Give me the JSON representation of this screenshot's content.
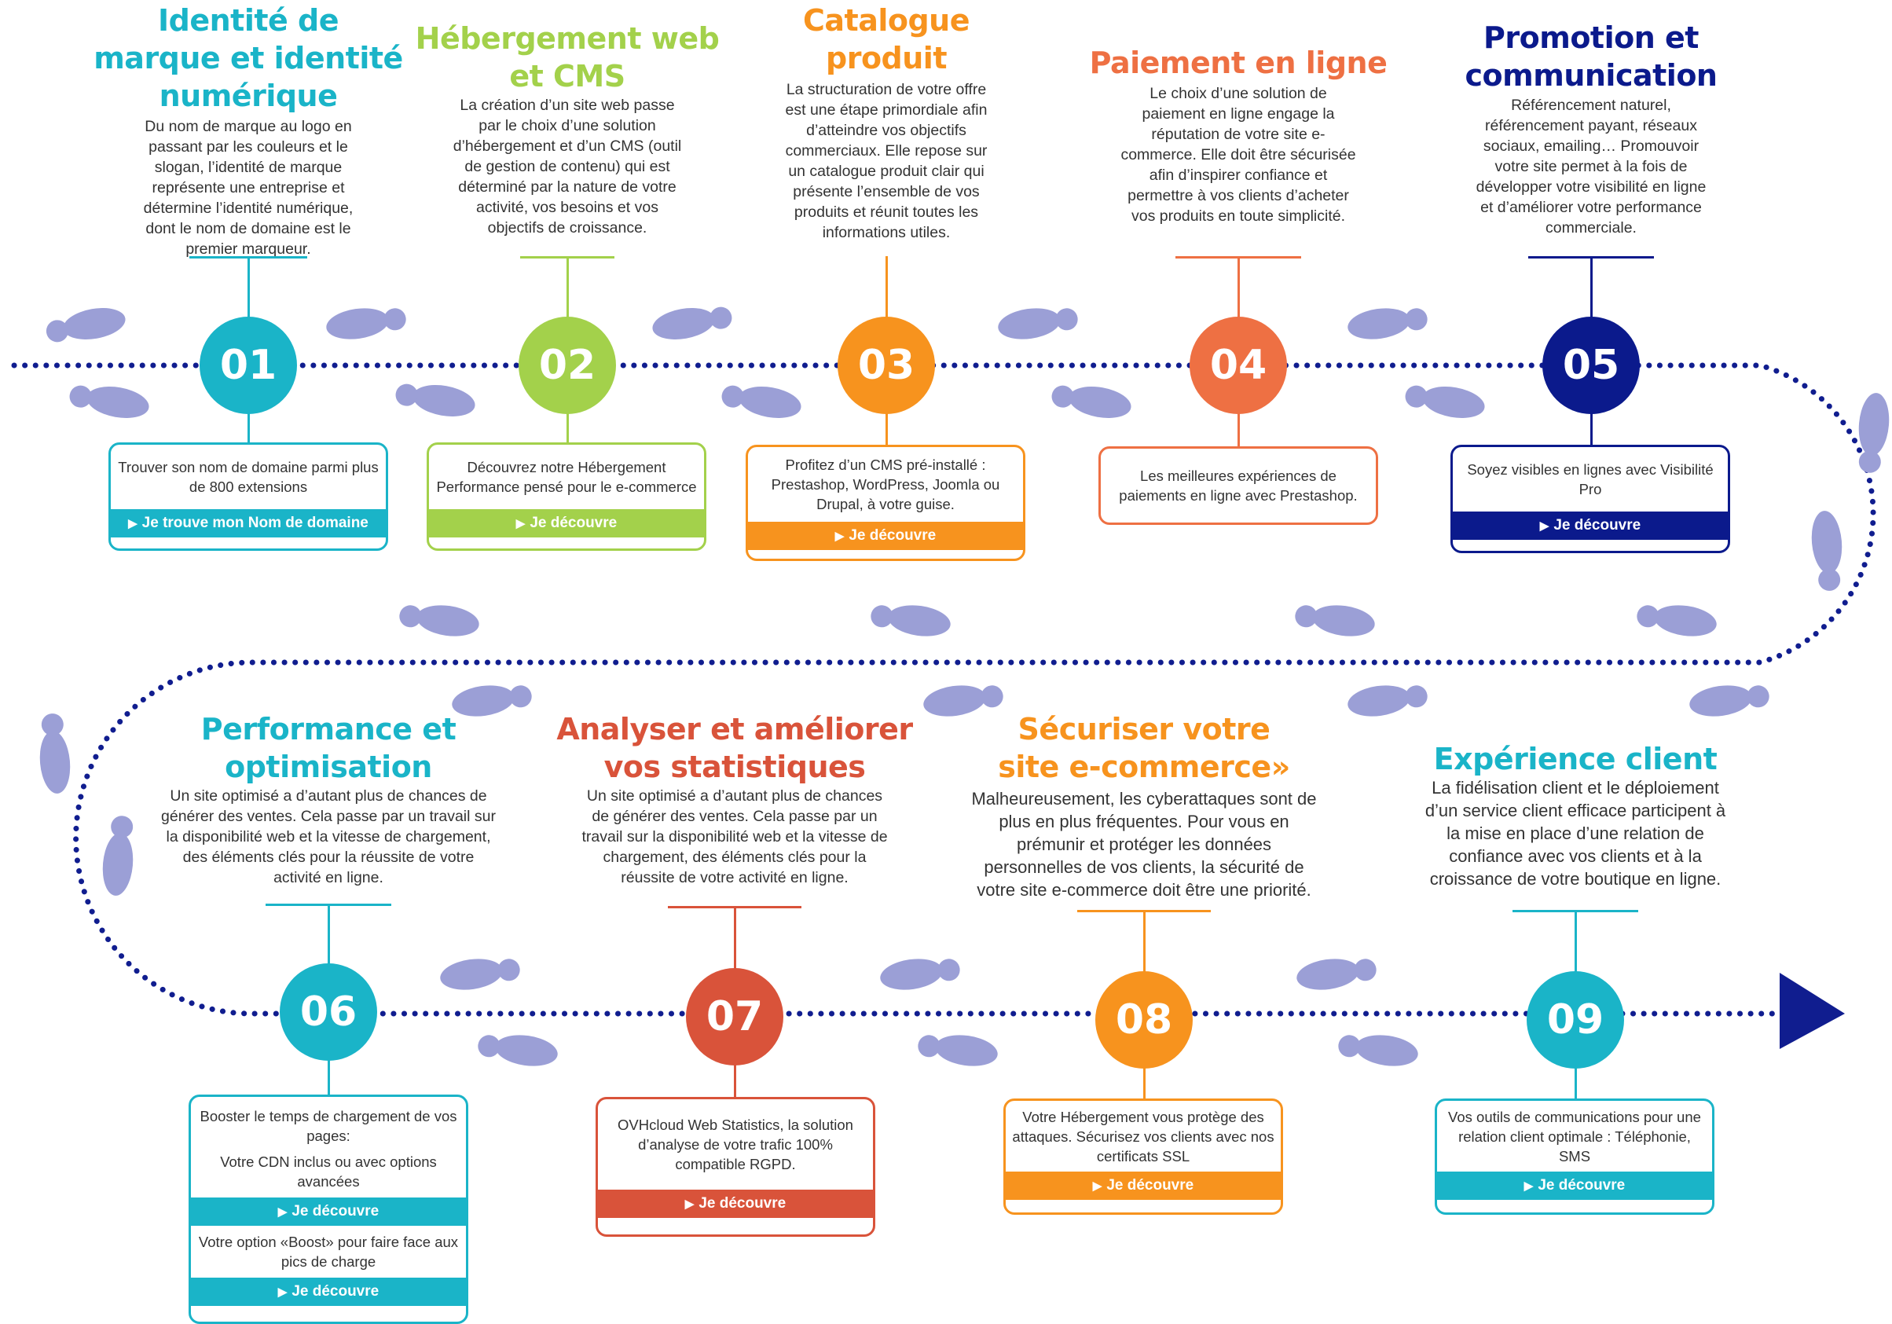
{
  "colors": {
    "teal": "#1ab4c8",
    "green": "#a3d14b",
    "orange": "#f7931e",
    "coral": "#ee7043",
    "navy": "#0b1a8c",
    "red": "#d9533a",
    "footprint": "#9b9fd6",
    "track": "#101d8f"
  },
  "steps": [
    {
      "number": "01",
      "title": "Identité de marque et identité numérique",
      "title_lines": [
        "Identité de",
        "marque et identité",
        "numérique"
      ],
      "description": "Du nom de marque au logo en passant par les couleurs et le slogan, l’identité de marque représente une entreprise et détermine l’identité numérique, dont le nom de domaine est le premier marqueur.",
      "offers": [
        {
          "text": "Trouver son nom de domaine parmi plus de 800 extensions",
          "button": "Je trouve mon Nom de domaine"
        }
      ]
    },
    {
      "number": "02",
      "title": "Hébergement web et CMS",
      "title_lines": [
        "Hébergement web",
        "et CMS"
      ],
      "description": "La création d’un site web passe par le choix d’une solution d’hébergement et d’un CMS (outil de gestion de contenu) qui est déterminé par la nature de votre activité, vos besoins et vos objectifs de croissance.",
      "offers": [
        {
          "text": "Découvrez notre Hébergement Performance pensé pour le e-commerce",
          "button": "Je découvre"
        }
      ]
    },
    {
      "number": "03",
      "title": "Catalogue produit",
      "title_lines": [
        "Catalogue",
        "produit"
      ],
      "description": "La structuration de votre offre est une étape primordiale afin d’atteindre vos objectifs commerciaux. Elle repose sur un catalogue produit clair qui présente l’ensemble de vos produits et réunit toutes les informations utiles.",
      "offers": [
        {
          "text": "Profitez d’un CMS pré-installé : Prestashop, WordPress, Joomla ou Drupal, à votre guise.",
          "button": "Je découvre"
        }
      ]
    },
    {
      "number": "04",
      "title": "Paiement en ligne",
      "title_lines": [
        "Paiement en ligne"
      ],
      "description": "Le choix d’une solution de paiement en ligne engage la réputation de votre site e-commerce. Elle doit être sécurisée afin d’inspirer confiance et permettre à vos clients d’acheter vos produits en toute simplicité.",
      "offers": [
        {
          "text": "Les meilleures expériences de paiements en ligne avec Prestashop.",
          "button": ""
        }
      ]
    },
    {
      "number": "05",
      "title": "Promotion et communication",
      "title_lines": [
        "Promotion et",
        "communication"
      ],
      "description": "Référencement naturel, référencement payant, réseaux sociaux, emailing… Promouvoir votre site permet à la fois de développer votre visibilité en ligne et d’améliorer votre performance commerciale.",
      "offers": [
        {
          "text": "Soyez visibles en lignes avec Visibilité Pro",
          "button": "Je découvre"
        }
      ]
    },
    {
      "number": "06",
      "title": "Performance et optimisation",
      "title_lines": [
        "Performance et",
        "optimisation"
      ],
      "description": "Un site optimisé a d’autant plus de chances de générer des ventes. Cela passe par un travail sur la disponibilité web et la vitesse de chargement, des éléments clés pour la réussite de votre activité en ligne.",
      "offers": [
        {
          "text": "Booster le temps de chargement de vos pages:",
          "button": ""
        },
        {
          "text": "Votre CDN inclus ou avec options avancées",
          "button": "Je découvre"
        },
        {
          "text": "Votre option «Boost» pour faire face aux pics de charge",
          "button": "Je découvre"
        }
      ]
    },
    {
      "number": "07",
      "title": "Analyser et améliorer vos statistiques",
      "title_lines": [
        "Analyser et améliorer",
        "vos statistiques"
      ],
      "description": "Un site optimisé a d’autant plus de chances de générer des ventes. Cela passe par un travail sur la disponibilité web et la vitesse de chargement, des éléments clés pour la réussite de votre activité en ligne.",
      "offers": [
        {
          "text": "OVHcloud Web Statistics, la solution d’analyse de votre trafic 100% compatible RGPD.",
          "button": "Je découvre"
        }
      ]
    },
    {
      "number": "08",
      "title": "Sécuriser votre site e-commerce»",
      "title_lines": [
        "Sécuriser votre",
        "site e-commerce»"
      ],
      "description": "Malheureusement, les cyberattaques sont de plus en plus fréquentes. Pour vous en prémunir et protéger les données personnelles de vos clients, la sécurité de votre site e-commerce doit être une priorité.",
      "offers": [
        {
          "text": "Votre Hébergement vous protège des attaques. Sécurisez vos clients avec nos certificats SSL",
          "button": "Je découvre"
        }
      ]
    },
    {
      "number": "09",
      "title": "Expérience client",
      "title_lines": [
        "Expérience client"
      ],
      "description": "La fidélisation client et le déploiement d’un service client efficace participent à la mise en place d’une relation de confiance avec vos clients et à la croissance de votre boutique en ligne.",
      "offers": [
        {
          "text": "Vos outils de communications pour une relation client optimale : Téléphonie, SMS",
          "button": "Je découvre"
        }
      ]
    }
  ]
}
